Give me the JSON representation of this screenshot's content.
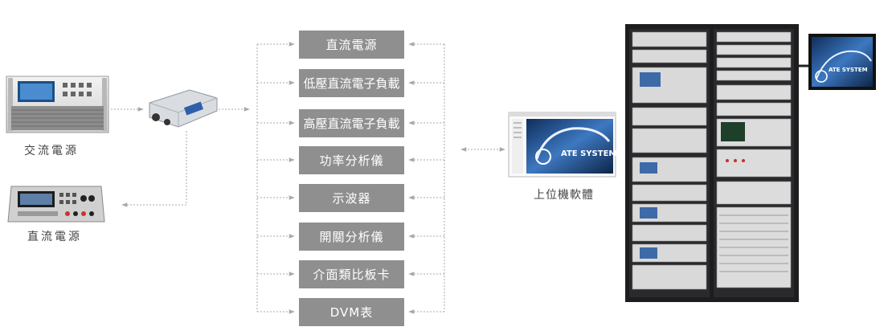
{
  "devices": {
    "ac_source_label": "交流電源",
    "dc_source_label": "直流電源",
    "host_software_label": "上位機軟體",
    "screen_brand": "ATE SYSTEM"
  },
  "instruments": [
    {
      "label": "直流電源"
    },
    {
      "label": "低壓直流電子負載"
    },
    {
      "label": "高壓直流電子負載"
    },
    {
      "label": "功率分析儀"
    },
    {
      "label": "示波器"
    },
    {
      "label": "開關分析儀"
    },
    {
      "label": "介面類比板卡"
    },
    {
      "label": "DVM表"
    }
  ],
  "colors": {
    "box_fill": "#8f8f8f",
    "connector": "#a8a8a8",
    "rack": "#1d1d1f",
    "screen_blue": "#1f4f8c"
  }
}
